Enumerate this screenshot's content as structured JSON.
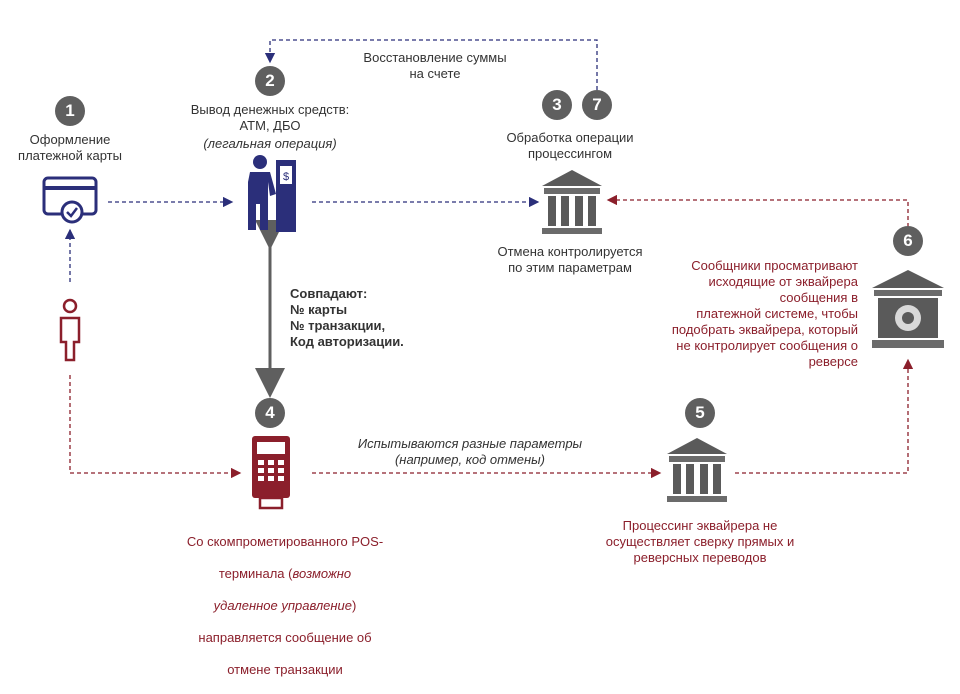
{
  "steps": {
    "s1": {
      "number": "1",
      "text": "Оформление\nплатежной карты"
    },
    "s2": {
      "number": "2",
      "text": "Вывод денежных средств:\nАТМ, ДБО",
      "note": "(легальная операция)"
    },
    "s3": {
      "number": "3",
      "text": "Обработка операции\nпроцессингом"
    },
    "s7": {
      "number": "7"
    },
    "s4": {
      "number": "4"
    },
    "s5": {
      "number": "5",
      "text": "Процессинг эквайрера не\nосуществляет сверку прямых и\nреверсных переводов"
    },
    "s6": {
      "number": "6",
      "text": "Сообщники просматривают\nисходящие от эквайрера\nсообщения в\nплатежной системе, чтобы\nподобрать эквайрера, который\nне контролирует сообщения о\nреверсе"
    }
  },
  "labels": {
    "restore": "Восстановление суммы\nна счете",
    "cancel_control": "Отмена контролируется\nпо этим параметрам",
    "match": "Совпадают:\n№ карты\n№ транзакции,\nКод авторизации.",
    "tested": "Испытываются разные параметры\n(например, код отмены)",
    "pos_l1": "Со скомпрометированного POS-",
    "pos_l2a": "терминала (",
    "pos_l2b": "возможно",
    "pos_l3a": "удаленное управление",
    "pos_l3b": ")",
    "pos_l4": "направляется сообщение об",
    "pos_l5": "отмене транзакции"
  },
  "icons": [
    "credit-card-icon",
    "atm-user-icon",
    "bank-icon",
    "bank-gear-icon",
    "person-icon",
    "pos-terminal-icon"
  ],
  "colors": {
    "navy": "#2b2f7a",
    "dark_red": "#8b1f2b",
    "gray": "#5f5f5f",
    "badge": "#5f5f5f"
  }
}
